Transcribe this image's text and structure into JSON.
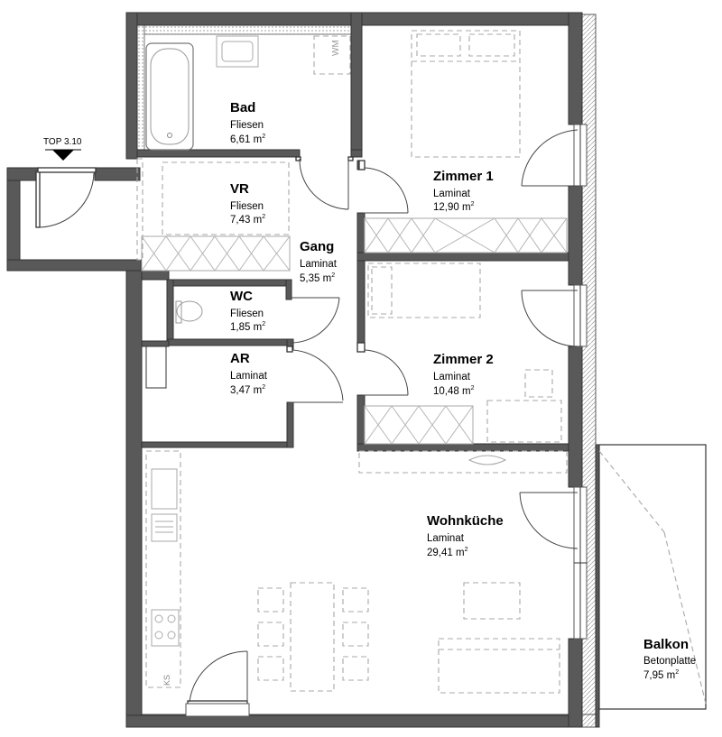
{
  "plan": {
    "entrance_label": "TOP 3.10",
    "unit_suffix": "m",
    "unit_exp": "2",
    "wm_label": "WM",
    "ks_label": "KS"
  },
  "rooms": [
    {
      "id": "bad",
      "name": "Bad",
      "material": "Fliesen",
      "area": "6,61"
    },
    {
      "id": "vr",
      "name": "VR",
      "material": "Fliesen",
      "area": "7,43"
    },
    {
      "id": "gang",
      "name": "Gang",
      "material": "Laminat",
      "area": "5,35"
    },
    {
      "id": "wc",
      "name": "WC",
      "material": "Fliesen",
      "area": "1,85"
    },
    {
      "id": "ar",
      "name": "AR",
      "material": "Laminat",
      "area": "3,47"
    },
    {
      "id": "zimmer1",
      "name": "Zimmer 1",
      "material": "Laminat",
      "area": "12,90"
    },
    {
      "id": "zimmer2",
      "name": "Zimmer 2",
      "material": "Laminat",
      "area": "10,48"
    },
    {
      "id": "wohnkueche",
      "name": "Wohnküche",
      "material": "Laminat",
      "area": "29,41"
    },
    {
      "id": "balkon",
      "name": "Balkon",
      "material": "Betonplatte",
      "area": "7,95"
    }
  ]
}
